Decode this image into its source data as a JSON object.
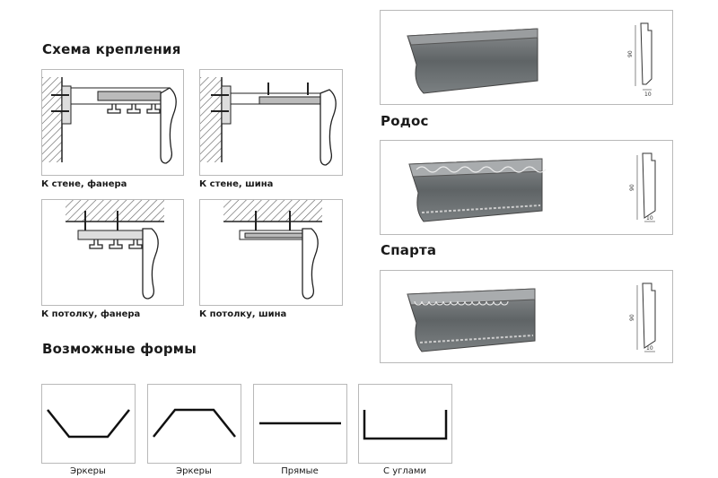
{
  "sections": {
    "mounting": {
      "title": "Схема крепления"
    },
    "shapes": {
      "title": "Возможные формы"
    }
  },
  "mounts": [
    {
      "caption": "К стене, фанера"
    },
    {
      "caption": "К стене, шина"
    },
    {
      "caption": "К потолку, фанера"
    },
    {
      "caption": "К потолку, шина"
    }
  ],
  "shapes": [
    {
      "caption": "Эркеры"
    },
    {
      "caption": "Эркеры"
    },
    {
      "caption": "Прямые"
    },
    {
      "caption": "С углами"
    }
  ],
  "products": [
    {
      "name": ""
    },
    {
      "name": "Родос"
    },
    {
      "name": "Спарта"
    }
  ],
  "profile_dims": {
    "height": "90",
    "width": "10"
  }
}
